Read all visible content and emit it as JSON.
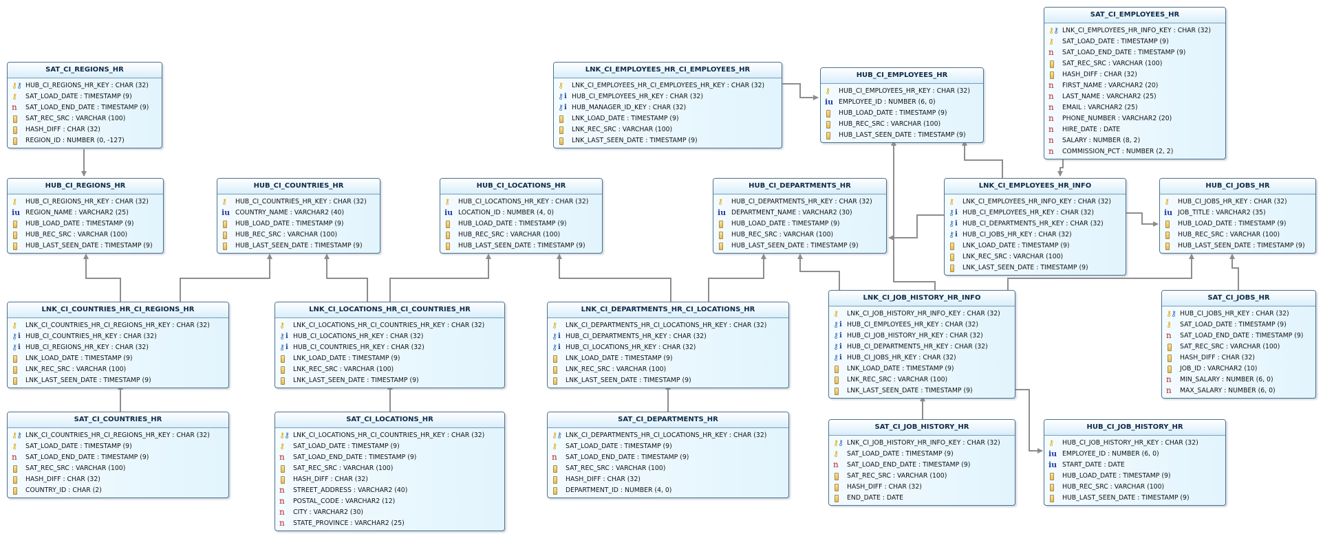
{
  "colors": {
    "connector": "#8c8c8c",
    "entity_border": "#4a6f8c",
    "pk_icon": "#d9a400",
    "fk_icon": "#3569b3",
    "not_null_icon": "#b4232a"
  },
  "icons": {
    "pk": "primary-key-icon",
    "pkfk": "primary-foreign-key-icon",
    "fk": "foreign-key-index-icon",
    "uk": "unique-key-icon",
    "nn": "not-null-column-icon",
    "col": "column-icon"
  },
  "entities": [
    {
      "id": "sat_regions",
      "title": "SAT_CI_REGIONS_HR",
      "attrs": [
        {
          "icon": "pkfk",
          "text": "HUB_CI_REGIONS_HR_KEY : CHAR (32)"
        },
        {
          "icon": "pk",
          "text": "SAT_LOAD_DATE : TIMESTAMP (9)"
        },
        {
          "icon": "nn",
          "text": "SAT_LOAD_END_DATE : TIMESTAMP (9)"
        },
        {
          "icon": "col",
          "text": "SAT_REC_SRC : VARCHAR (100)"
        },
        {
          "icon": "col",
          "text": "HASH_DIFF : CHAR (32)"
        },
        {
          "icon": "col",
          "text": "REGION_ID : NUMBER (0, -127)"
        }
      ]
    },
    {
      "id": "hub_regions",
      "title": "HUB_CI_REGIONS_HR",
      "attrs": [
        {
          "icon": "pk",
          "text": "HUB_CI_REGIONS_HR_KEY : CHAR (32)"
        },
        {
          "icon": "uk",
          "text": "REGION_NAME : VARCHAR2 (25)"
        },
        {
          "icon": "col",
          "text": "HUB_LOAD_DATE : TIMESTAMP (9)"
        },
        {
          "icon": "col",
          "text": "HUB_REC_SRC : VARCHAR (100)"
        },
        {
          "icon": "col",
          "text": "HUB_LAST_SEEN_DATE : TIMESTAMP (9)"
        }
      ]
    },
    {
      "id": "hub_countries",
      "title": "HUB_CI_COUNTRIES_HR",
      "attrs": [
        {
          "icon": "pk",
          "text": "HUB_CI_COUNTRIES_HR_KEY : CHAR (32)"
        },
        {
          "icon": "uk",
          "text": "COUNTRY_NAME : VARCHAR2 (40)"
        },
        {
          "icon": "col",
          "text": "HUB_LOAD_DATE : TIMESTAMP (9)"
        },
        {
          "icon": "col",
          "text": "HUB_REC_SRC : VARCHAR (100)"
        },
        {
          "icon": "col",
          "text": "HUB_LAST_SEEN_DATE : TIMESTAMP (9)"
        }
      ]
    },
    {
      "id": "hub_locations",
      "title": "HUB_CI_LOCATIONS_HR",
      "attrs": [
        {
          "icon": "pk",
          "text": "HUB_CI_LOCATIONS_HR_KEY : CHAR (32)"
        },
        {
          "icon": "uk",
          "text": "LOCATION_ID : NUMBER (4, 0)"
        },
        {
          "icon": "col",
          "text": "HUB_LOAD_DATE : TIMESTAMP (9)"
        },
        {
          "icon": "col",
          "text": "HUB_REC_SRC : VARCHAR (100)"
        },
        {
          "icon": "col",
          "text": "HUB_LAST_SEEN_DATE : TIMESTAMP (9)"
        }
      ]
    },
    {
      "id": "lnk_emp_emp",
      "title": "LNK_CI_EMPLOYEES_HR_CI_EMPLOYEES_HR",
      "attrs": [
        {
          "icon": "pk",
          "text": "LNK_CI_EMPLOYEES_HR_CI_EMPLOYEES_HR_KEY : CHAR (32)"
        },
        {
          "icon": "fk",
          "text": "HUB_CI_EMPLOYEES_HR_KEY : CHAR (32)"
        },
        {
          "icon": "fk",
          "text": "HUB_MANAGER_ID_KEY : CHAR (32)"
        },
        {
          "icon": "col",
          "text": "LNK_LOAD_DATE : TIMESTAMP (9)"
        },
        {
          "icon": "col",
          "text": "LNK_REC_SRC : VARCHAR (100)"
        },
        {
          "icon": "col",
          "text": "LNK_LAST_SEEN_DATE : TIMESTAMP (9)"
        }
      ]
    },
    {
      "id": "hub_employees",
      "title": "HUB_CI_EMPLOYEES_HR",
      "attrs": [
        {
          "icon": "pk",
          "text": "HUB_CI_EMPLOYEES_HR_KEY : CHAR (32)"
        },
        {
          "icon": "uk",
          "text": "EMPLOYEE_ID : NUMBER (6, 0)"
        },
        {
          "icon": "col",
          "text": "HUB_LOAD_DATE : TIMESTAMP (9)"
        },
        {
          "icon": "col",
          "text": "HUB_REC_SRC : VARCHAR (100)"
        },
        {
          "icon": "col",
          "text": "HUB_LAST_SEEN_DATE : TIMESTAMP (9)"
        }
      ]
    },
    {
      "id": "sat_employees",
      "title": "SAT_CI_EMPLOYEES_HR",
      "attrs": [
        {
          "icon": "pkfk",
          "text": "LNK_CI_EMPLOYEES_HR_INFO_KEY : CHAR (32)"
        },
        {
          "icon": "pk",
          "text": "SAT_LOAD_DATE : TIMESTAMP (9)"
        },
        {
          "icon": "nn",
          "text": "SAT_LOAD_END_DATE : TIMESTAMP (9)"
        },
        {
          "icon": "col",
          "text": "SAT_REC_SRC : VARCHAR (100)"
        },
        {
          "icon": "col",
          "text": "HASH_DIFF : CHAR (32)"
        },
        {
          "icon": "nn",
          "text": "FIRST_NAME : VARCHAR2 (20)"
        },
        {
          "icon": "nn",
          "text": "LAST_NAME : VARCHAR2 (25)"
        },
        {
          "icon": "nn",
          "text": "EMAIL : VARCHAR2 (25)"
        },
        {
          "icon": "nn",
          "text": "PHONE_NUMBER : VARCHAR2 (20)"
        },
        {
          "icon": "nn",
          "text": "HIRE_DATE : DATE"
        },
        {
          "icon": "nn",
          "text": "SALARY : NUMBER (8, 2)"
        },
        {
          "icon": "nn",
          "text": "COMMISSION_PCT : NUMBER (2, 2)"
        }
      ]
    },
    {
      "id": "hub_departments",
      "title": "HUB_CI_DEPARTMENTS_HR",
      "attrs": [
        {
          "icon": "pk",
          "text": "HUB_CI_DEPARTMENTS_HR_KEY : CHAR (32)"
        },
        {
          "icon": "uk",
          "text": "DEPARTMENT_NAME : VARCHAR2 (30)"
        },
        {
          "icon": "col",
          "text": "HUB_LOAD_DATE : TIMESTAMP (9)"
        },
        {
          "icon": "col",
          "text": "HUB_REC_SRC : VARCHAR (100)"
        },
        {
          "icon": "col",
          "text": "HUB_LAST_SEEN_DATE : TIMESTAMP (9)"
        }
      ]
    },
    {
      "id": "lnk_emp_info",
      "title": "LNK_CI_EMPLOYEES_HR_INFO",
      "attrs": [
        {
          "icon": "pk",
          "text": "LNK_CI_EMPLOYEES_HR_INFO_KEY : CHAR (32)"
        },
        {
          "icon": "fk",
          "text": "HUB_CI_EMPLOYEES_HR_KEY : CHAR (32)"
        },
        {
          "icon": "fk",
          "text": "HUB_CI_DEPARTMENTS_HR_KEY : CHAR (32)"
        },
        {
          "icon": "fk",
          "text": "HUB_CI_JOBS_HR_KEY : CHAR (32)"
        },
        {
          "icon": "col",
          "text": "LNK_LOAD_DATE : TIMESTAMP (9)"
        },
        {
          "icon": "col",
          "text": "LNK_REC_SRC : VARCHAR (100)"
        },
        {
          "icon": "col",
          "text": "LNK_LAST_SEEN_DATE : TIMESTAMP (9)"
        }
      ]
    },
    {
      "id": "hub_jobs",
      "title": "HUB_CI_JOBS_HR",
      "attrs": [
        {
          "icon": "pk",
          "text": "HUB_CI_JOBS_HR_KEY : CHAR (32)"
        },
        {
          "icon": "uk",
          "text": "JOB_TITLE : VARCHAR2 (35)"
        },
        {
          "icon": "col",
          "text": "HUB_LOAD_DATE : TIMESTAMP (9)"
        },
        {
          "icon": "col",
          "text": "HUB_REC_SRC : VARCHAR (100)"
        },
        {
          "icon": "col",
          "text": "HUB_LAST_SEEN_DATE : TIMESTAMP (9)"
        }
      ]
    },
    {
      "id": "lnk_countries_regions",
      "title": "LNK_CI_COUNTRIES_HR_CI_REGIONS_HR",
      "attrs": [
        {
          "icon": "pk",
          "text": "LNK_CI_COUNTRIES_HR_CI_REGIONS_HR_KEY : CHAR (32)"
        },
        {
          "icon": "fk",
          "text": "HUB_CI_COUNTRIES_HR_KEY : CHAR (32)"
        },
        {
          "icon": "fk",
          "text": "HUB_CI_REGIONS_HR_KEY : CHAR (32)"
        },
        {
          "icon": "col",
          "text": "LNK_LOAD_DATE : TIMESTAMP (9)"
        },
        {
          "icon": "col",
          "text": "LNK_REC_SRC : VARCHAR (100)"
        },
        {
          "icon": "col",
          "text": "LNK_LAST_SEEN_DATE : TIMESTAMP (9)"
        }
      ]
    },
    {
      "id": "lnk_locations_countries",
      "title": "LNK_CI_LOCATIONS_HR_CI_COUNTRIES_HR",
      "attrs": [
        {
          "icon": "pk",
          "text": "LNK_CI_LOCATIONS_HR_CI_COUNTRIES_HR_KEY : CHAR (32)"
        },
        {
          "icon": "fk",
          "text": "HUB_CI_LOCATIONS_HR_KEY : CHAR (32)"
        },
        {
          "icon": "fk",
          "text": "HUB_CI_COUNTRIES_HR_KEY : CHAR (32)"
        },
        {
          "icon": "col",
          "text": "LNK_LOAD_DATE : TIMESTAMP (9)"
        },
        {
          "icon": "col",
          "text": "LNK_REC_SRC : VARCHAR (100)"
        },
        {
          "icon": "col",
          "text": "LNK_LAST_SEEN_DATE : TIMESTAMP (9)"
        }
      ]
    },
    {
      "id": "lnk_departments_locations",
      "title": "LNK_CI_DEPARTMENTS_HR_CI_LOCATIONS_HR",
      "attrs": [
        {
          "icon": "pk",
          "text": "LNK_CI_DEPARTMENTS_HR_CI_LOCATIONS_HR_KEY : CHAR (32)"
        },
        {
          "icon": "fk",
          "text": "HUB_CI_DEPARTMENTS_HR_KEY : CHAR (32)"
        },
        {
          "icon": "fk",
          "text": "HUB_CI_LOCATIONS_HR_KEY : CHAR (32)"
        },
        {
          "icon": "col",
          "text": "LNK_LOAD_DATE : TIMESTAMP (9)"
        },
        {
          "icon": "col",
          "text": "LNK_REC_SRC : VARCHAR (100)"
        },
        {
          "icon": "col",
          "text": "LNK_LAST_SEEN_DATE : TIMESTAMP (9)"
        }
      ]
    },
    {
      "id": "lnk_job_history",
      "title": "LNK_CI_JOB_HISTORY_HR_INFO",
      "attrs": [
        {
          "icon": "pk",
          "text": "LNK_CI_JOB_HISTORY_HR_INFO_KEY : CHAR (32)"
        },
        {
          "icon": "fk",
          "text": "HUB_CI_EMPLOYEES_HR_KEY : CHAR (32)"
        },
        {
          "icon": "fk",
          "text": "HUB_CI_JOB_HISTORY_HR_KEY : CHAR (32)"
        },
        {
          "icon": "fk",
          "text": "HUB_CI_DEPARTMENTS_HR_KEY : CHAR (32)"
        },
        {
          "icon": "fk",
          "text": "HUB_CI_JOBS_HR_KEY : CHAR (32)"
        },
        {
          "icon": "col",
          "text": "LNK_LOAD_DATE : TIMESTAMP (9)"
        },
        {
          "icon": "col",
          "text": "LNK_REC_SRC : VARCHAR (100)"
        },
        {
          "icon": "col",
          "text": "LNK_LAST_SEEN_DATE : TIMESTAMP (9)"
        }
      ]
    },
    {
      "id": "sat_jobs",
      "title": "SAT_CI_JOBS_HR",
      "attrs": [
        {
          "icon": "pkfk",
          "text": "HUB_CI_JOBS_HR_KEY : CHAR (32)"
        },
        {
          "icon": "pk",
          "text": "SAT_LOAD_DATE : TIMESTAMP (9)"
        },
        {
          "icon": "nn",
          "text": "SAT_LOAD_END_DATE : TIMESTAMP (9)"
        },
        {
          "icon": "col",
          "text": "SAT_REC_SRC : VARCHAR (100)"
        },
        {
          "icon": "col",
          "text": "HASH_DIFF : CHAR (32)"
        },
        {
          "icon": "col",
          "text": "JOB_ID : VARCHAR2 (10)"
        },
        {
          "icon": "nn",
          "text": "MIN_SALARY : NUMBER (6, 0)"
        },
        {
          "icon": "nn",
          "text": "MAX_SALARY : NUMBER (6, 0)"
        }
      ]
    },
    {
      "id": "sat_countries",
      "title": "SAT_CI_COUNTRIES_HR",
      "attrs": [
        {
          "icon": "pkfk",
          "text": "LNK_CI_COUNTRIES_HR_CI_REGIONS_HR_KEY : CHAR (32)"
        },
        {
          "icon": "pk",
          "text": "SAT_LOAD_DATE : TIMESTAMP (9)"
        },
        {
          "icon": "nn",
          "text": "SAT_LOAD_END_DATE : TIMESTAMP (9)"
        },
        {
          "icon": "col",
          "text": "SAT_REC_SRC : VARCHAR (100)"
        },
        {
          "icon": "col",
          "text": "HASH_DIFF : CHAR (32)"
        },
        {
          "icon": "col",
          "text": "COUNTRY_ID : CHAR (2)"
        }
      ]
    },
    {
      "id": "sat_locations",
      "title": "SAT_CI_LOCATIONS_HR",
      "attrs": [
        {
          "icon": "pkfk",
          "text": "LNK_CI_LOCATIONS_HR_CI_COUNTRIES_HR_KEY : CHAR (32)"
        },
        {
          "icon": "pk",
          "text": "SAT_LOAD_DATE : TIMESTAMP (9)"
        },
        {
          "icon": "nn",
          "text": "SAT_LOAD_END_DATE : TIMESTAMP (9)"
        },
        {
          "icon": "col",
          "text": "SAT_REC_SRC : VARCHAR (100)"
        },
        {
          "icon": "col",
          "text": "HASH_DIFF : CHAR (32)"
        },
        {
          "icon": "nn",
          "text": "STREET_ADDRESS : VARCHAR2 (40)"
        },
        {
          "icon": "nn",
          "text": "POSTAL_CODE : VARCHAR2 (12)"
        },
        {
          "icon": "nn",
          "text": "CITY : VARCHAR2 (30)"
        },
        {
          "icon": "nn",
          "text": "STATE_PROVINCE : VARCHAR2 (25)"
        }
      ]
    },
    {
      "id": "sat_departments",
      "title": "SAT_CI_DEPARTMENTS_HR",
      "attrs": [
        {
          "icon": "pkfk",
          "text": "LNK_CI_DEPARTMENTS_HR_CI_LOCATIONS_HR_KEY : CHAR (32)"
        },
        {
          "icon": "pk",
          "text": "SAT_LOAD_DATE : TIMESTAMP (9)"
        },
        {
          "icon": "nn",
          "text": "SAT_LOAD_END_DATE : TIMESTAMP (9)"
        },
        {
          "icon": "col",
          "text": "SAT_REC_SRC : VARCHAR (100)"
        },
        {
          "icon": "col",
          "text": "HASH_DIFF : CHAR (32)"
        },
        {
          "icon": "col",
          "text": "DEPARTMENT_ID : NUMBER (4, 0)"
        }
      ]
    },
    {
      "id": "sat_job_history",
      "title": "SAT_CI_JOB_HISTORY_HR",
      "attrs": [
        {
          "icon": "pkfk",
          "text": "LNK_CI_JOB_HISTORY_HR_INFO_KEY : CHAR (32)"
        },
        {
          "icon": "pk",
          "text": "SAT_LOAD_DATE : TIMESTAMP (9)"
        },
        {
          "icon": "nn",
          "text": "SAT_LOAD_END_DATE : TIMESTAMP (9)"
        },
        {
          "icon": "col",
          "text": "SAT_REC_SRC : VARCHAR (100)"
        },
        {
          "icon": "col",
          "text": "HASH_DIFF : CHAR (32)"
        },
        {
          "icon": "col",
          "text": "END_DATE : DATE"
        }
      ]
    },
    {
      "id": "hub_job_history",
      "title": "HUB_CI_JOB_HISTORY_HR",
      "attrs": [
        {
          "icon": "pk",
          "text": "HUB_CI_JOB_HISTORY_HR_KEY : CHAR (32)"
        },
        {
          "icon": "uk",
          "text": "EMPLOYEE_ID : NUMBER (6, 0)"
        },
        {
          "icon": "uk",
          "text": "START_DATE : DATE"
        },
        {
          "icon": "col",
          "text": "HUB_LOAD_DATE : TIMESTAMP (9)"
        },
        {
          "icon": "col",
          "text": "HUB_REC_SRC : VARCHAR (100)"
        },
        {
          "icon": "col",
          "text": "HUB_LAST_SEEN_DATE : TIMESTAMP (9)"
        }
      ]
    }
  ]
}
